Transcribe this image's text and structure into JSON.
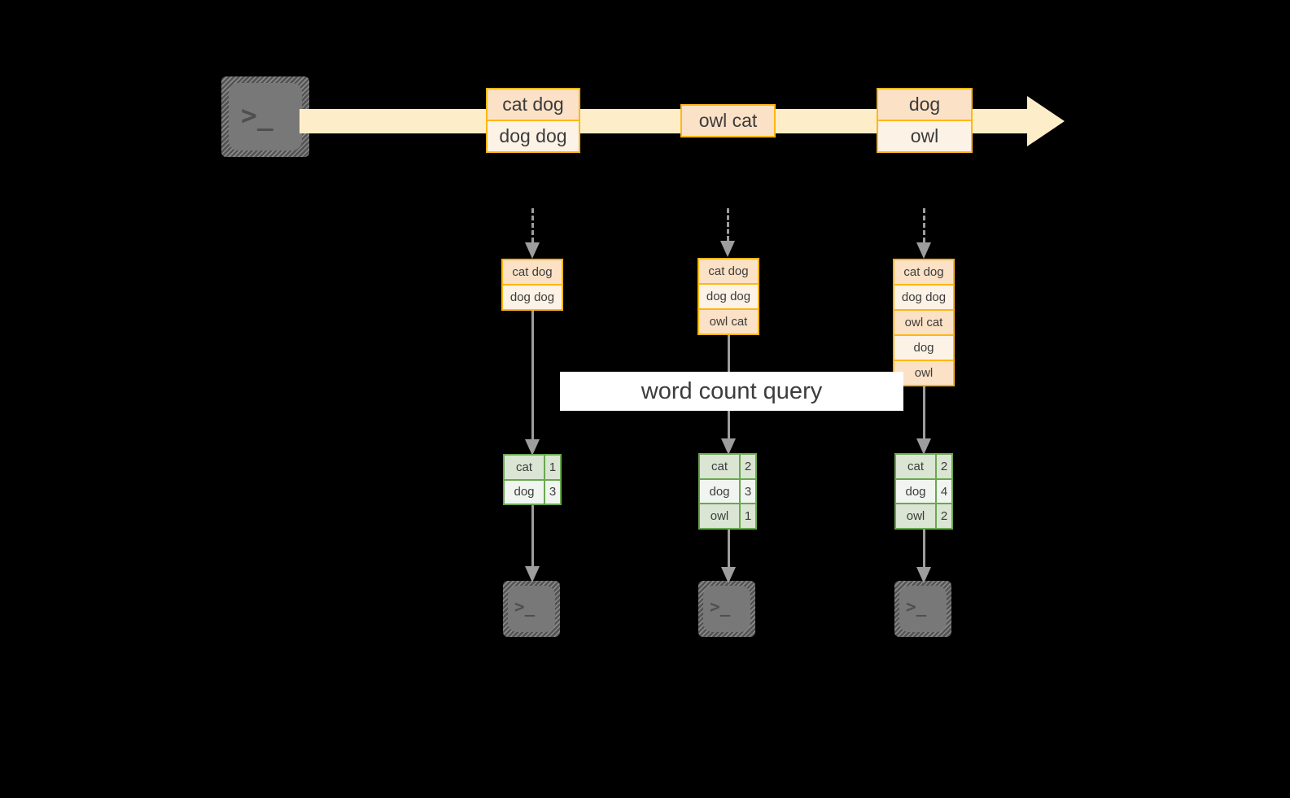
{
  "diagram": {
    "title_label": "word count query",
    "source_icon": "terminal-icon",
    "sink_icon": "terminal-icon",
    "stream": {
      "direction": "left-to-right",
      "band_color": "#fdeec9",
      "event_border_color": "#ffb612",
      "events": [
        {
          "id": "event-group-1",
          "rows": [
            {
              "text": "cat dog",
              "shade": "dark"
            },
            {
              "text": "dog dog",
              "shade": "light"
            }
          ]
        },
        {
          "id": "event-group-2",
          "rows": [
            {
              "text": "owl cat",
              "shade": "dark"
            }
          ]
        },
        {
          "id": "event-group-3",
          "rows": [
            {
              "text": "dog",
              "shade": "dark"
            },
            {
              "text": "owl",
              "shade": "light"
            }
          ]
        }
      ]
    },
    "snapshots": [
      {
        "id": "snapshot-1",
        "rows": [
          {
            "text": "cat dog",
            "shade": "dark"
          },
          {
            "text": "dog dog",
            "shade": "light"
          }
        ]
      },
      {
        "id": "snapshot-2",
        "rows": [
          {
            "text": "cat dog",
            "shade": "dark"
          },
          {
            "text": "dog dog",
            "shade": "light"
          },
          {
            "text": "owl cat",
            "shade": "dark"
          }
        ]
      },
      {
        "id": "snapshot-3",
        "rows": [
          {
            "text": "cat dog",
            "shade": "dark"
          },
          {
            "text": "dog dog",
            "shade": "light"
          },
          {
            "text": "owl cat",
            "shade": "dark"
          },
          {
            "text": "dog",
            "shade": "light"
          },
          {
            "text": "owl",
            "shade": "dark"
          }
        ]
      }
    ],
    "results": [
      {
        "id": "result-1",
        "border_color": "#6aa84f",
        "rows": [
          {
            "word": "cat",
            "count": "1",
            "shade": "dark"
          },
          {
            "word": "dog",
            "count": "3",
            "shade": "light"
          }
        ]
      },
      {
        "id": "result-2",
        "border_color": "#6aa84f",
        "rows": [
          {
            "word": "cat",
            "count": "2",
            "shade": "dark"
          },
          {
            "word": "dog",
            "count": "3",
            "shade": "light"
          },
          {
            "word": "owl",
            "count": "1",
            "shade": "dark"
          }
        ]
      },
      {
        "id": "result-3",
        "border_color": "#6aa84f",
        "rows": [
          {
            "word": "cat",
            "count": "2",
            "shade": "dark"
          },
          {
            "word": "dog",
            "count": "4",
            "shade": "light"
          },
          {
            "word": "owl",
            "count": "2",
            "shade": "dark"
          }
        ]
      }
    ],
    "terminal_glyph": ">_"
  }
}
